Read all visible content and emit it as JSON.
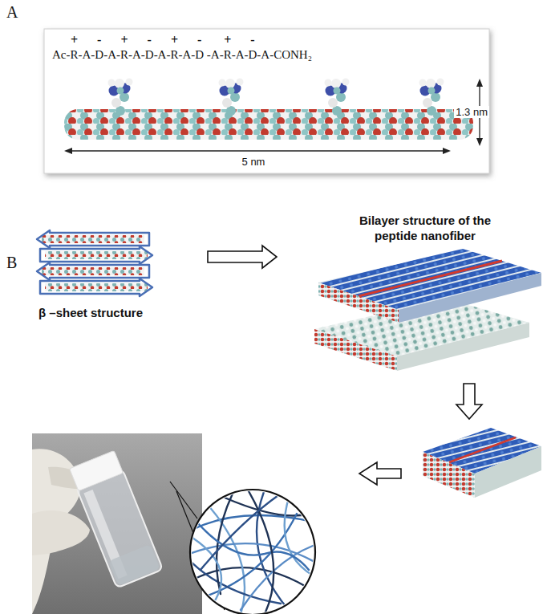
{
  "diagram": {
    "nodes": [
      {
        "text": [
          "Ac-R-A-D-A-R-A-D-A-R-A-D -A-R-A-D-A-CONH₂"
        ]
      },
      {
        "text": [
          "β –sheet structure"
        ]
      },
      {
        "text": [
          "Bilayer structure of the peptide nanofiber"
        ]
      }
    ],
    "edges": [
      {
        "from": 1,
        "to": 2,
        "arrow": "to"
      }
    ],
    "labels": [
      "A",
      "+",
      "-",
      "+",
      "-",
      "+",
      "-",
      "+",
      "-",
      "1.3 nm",
      "5 nm",
      "B"
    ]
  }
}
